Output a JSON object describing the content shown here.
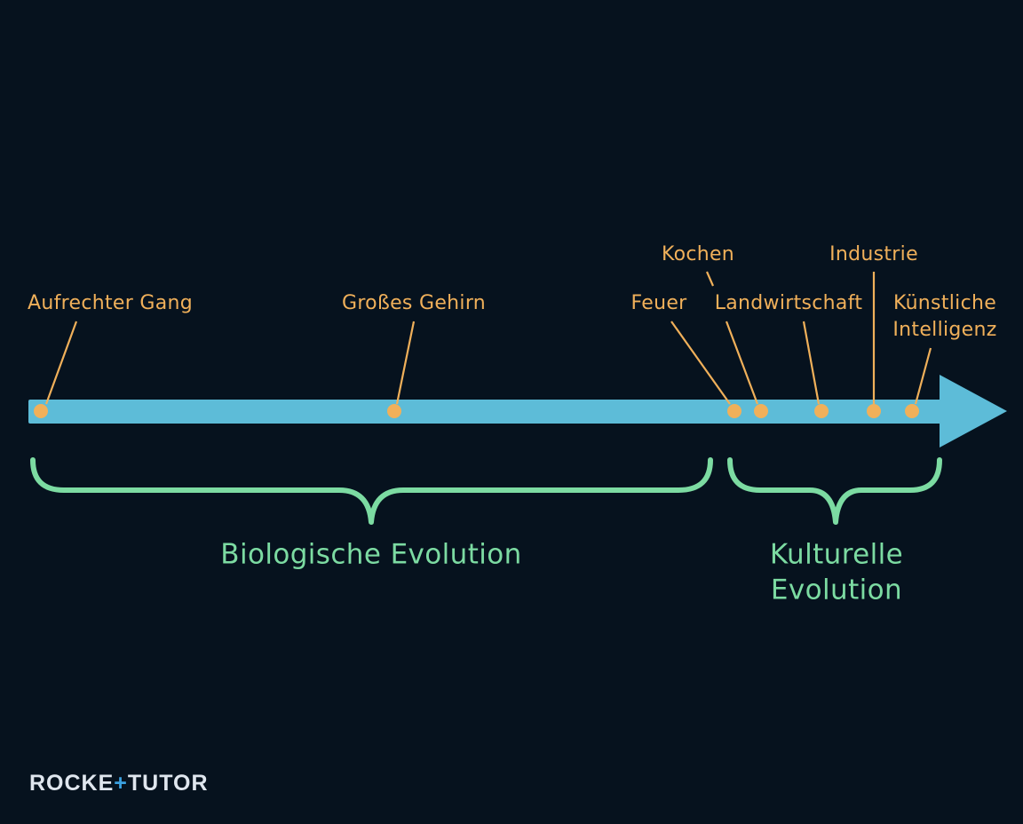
{
  "colors": {
    "background": "#06121e",
    "arrow": "#5dbcd8",
    "event": "#f0b05a",
    "brace": "#7cdba2",
    "brand_text": "#dfe6ee",
    "brand_accent": "#3ba1e0"
  },
  "events": [
    {
      "id": "aufrechter-gang",
      "lines": [
        "Aufrechter Gang"
      ]
    },
    {
      "id": "grosses-gehirn",
      "lines": [
        "Großes Gehirn"
      ]
    },
    {
      "id": "feuer",
      "lines": [
        "Feuer"
      ]
    },
    {
      "id": "kochen",
      "lines": [
        "Kochen"
      ]
    },
    {
      "id": "landwirtschaft",
      "lines": [
        "Landwirtschaft"
      ]
    },
    {
      "id": "industrie",
      "lines": [
        "Industrie"
      ]
    },
    {
      "id": "kuenstliche-intelligenz",
      "lines": [
        "Künstliche",
        "Intelligenz"
      ]
    }
  ],
  "groups": [
    {
      "id": "biologische-evolution",
      "lines": [
        "Biologische Evolution"
      ]
    },
    {
      "id": "kulturelle-evolution",
      "lines": [
        "Kulturelle",
        "Evolution"
      ]
    }
  ],
  "brand": {
    "part1": "ROCKE",
    "plus": "+",
    "part2": "TUTOR"
  }
}
